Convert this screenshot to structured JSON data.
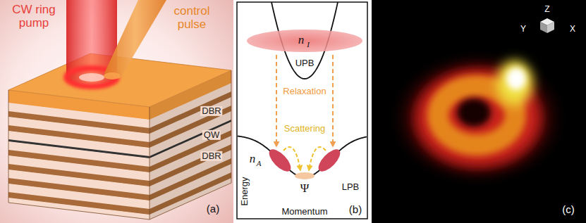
{
  "diagram": {
    "labels": [
      "CW ring pump",
      "control pulse",
      "DBR",
      "QW",
      "DBR",
      "(a)",
      "n",
      "I",
      "UPB",
      "Relaxation",
      "Scattering",
      "n",
      "A",
      "LPB",
      "Ψ",
      "Energy",
      "Momentum",
      "(b)",
      "Y",
      "Z",
      "X",
      "(c)"
    ]
  }
}
